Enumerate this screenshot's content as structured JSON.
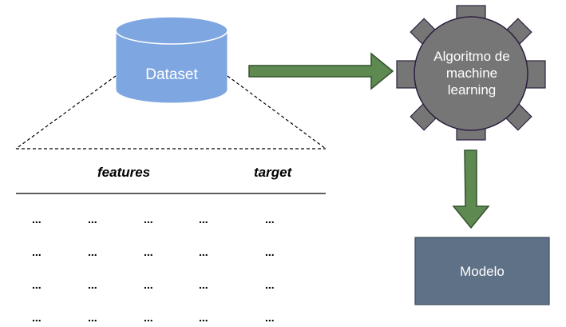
{
  "dataset": {
    "label": "Dataset",
    "color": "#7ea6e0"
  },
  "algorithm": {
    "label_lines": [
      "Algoritmo de",
      "machine",
      "learning"
    ],
    "gear_color": "#767676",
    "outline_color": "#2e1f3f"
  },
  "model": {
    "label": "Modelo",
    "color": "#5f7187"
  },
  "arrows": {
    "color": "#5e8a52",
    "outline_color": "#34502c"
  },
  "table": {
    "headers": {
      "features": "features",
      "target": "target"
    },
    "rows": [
      [
        "...",
        "...",
        "...",
        "...",
        "..."
      ],
      [
        "...",
        "...",
        "...",
        "...",
        "..."
      ],
      [
        "...",
        "...",
        "...",
        "...",
        "..."
      ],
      [
        "...",
        "...",
        "...",
        "...",
        "..."
      ]
    ]
  }
}
